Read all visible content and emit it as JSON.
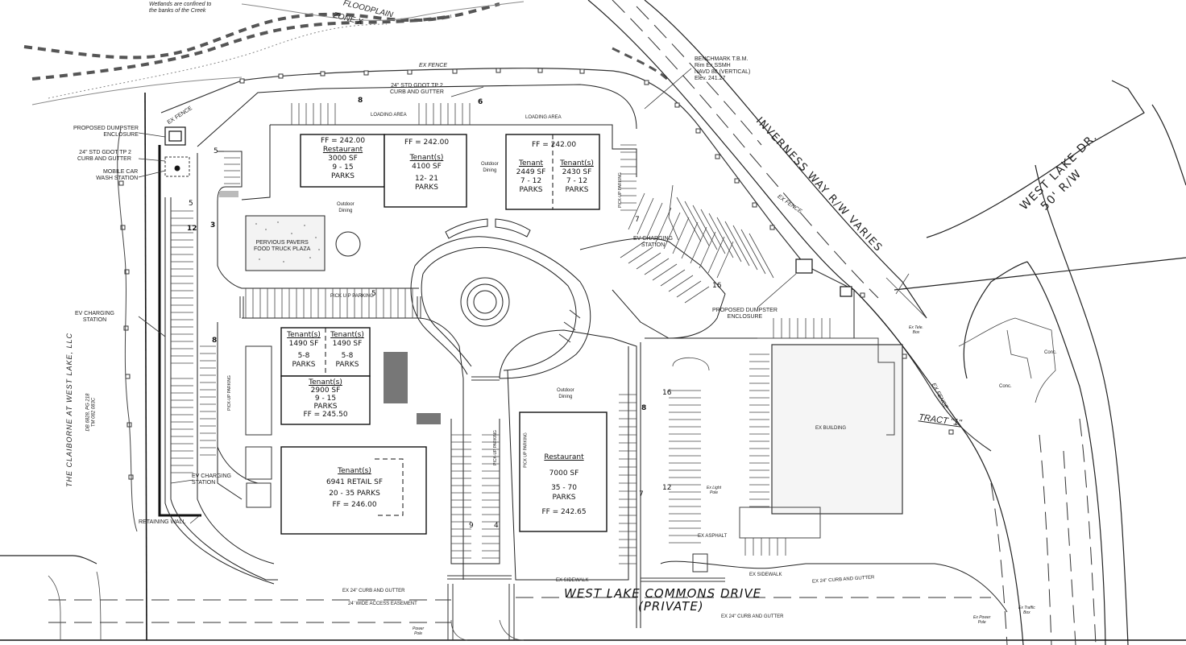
{
  "notes": {
    "wetlands": [
      "Wetlands are confined to",
      "the banks of the Creek"
    ],
    "floodplain": "FLOODPLAIN",
    "zone": "ZONE X",
    "ex_fence": "EX FENCE",
    "ex_fence_2": "EX FENCE",
    "ex_fence_3": "EX FENCE",
    "ex_fence_4": "EX FENCE",
    "curb_top": [
      "24\" STD GDOT TP 2",
      "CURB AND GUTTER"
    ],
    "curb_left": [
      "24\" STD GDOT TP 2",
      "CURB AND GUTTER"
    ],
    "dumpster_left": [
      "PROPOSED DUMPSTER",
      "ENCLOSURE"
    ],
    "car_wash": [
      "MOBILE CAR",
      "WASH STATION"
    ],
    "ev_left": [
      "EV CHARGING",
      "STATION"
    ],
    "ev_bottom": [
      "EV CHARGING",
      "STATION"
    ],
    "ev_center": [
      "EV CHARGING",
      "STATION"
    ],
    "retaining_wall": "RETAINING WALL",
    "loading_1": "LOADING AREA",
    "loading_2": "LOADING AREA",
    "benchmark": [
      "BENCHMARK T.B.M.",
      "Rim Ex SSMH",
      "NAVD 88 (VERTICAL)",
      "Elev. 241.27"
    ],
    "dumpster_right": [
      "PROPOSED DUMPSTER",
      "ENCLOSURE"
    ],
    "pick_up_parking": "PICK U.P PARKING",
    "ex_building": "EX BUILDING",
    "tract": "TRACT \"1\"",
    "ex_asphalt": "EX ASPHALT",
    "ex_light_pole": [
      "Ex Light",
      "Pole"
    ],
    "ex_sidewalk": "EX SIDEWALK",
    "ex_sidewalk_2": "EX SIDEWALK",
    "ex_curb_1": "EX 24\" CURB AND GUTTER",
    "ex_curb_2": "EX 24\" CURB AND GUTTER",
    "ex_curb_3": "EX 24\" CURB AND GUTTER",
    "access_easement": "24' WIDE ACCESS EASEMENT",
    "conc_1": "Conc.",
    "conc_2": "Conc.",
    "power_pole": [
      "Power",
      "Pole"
    ],
    "ex_power_pole": [
      "Ex Power",
      "Pole"
    ],
    "ex_traffic_box": [
      "Ex Traffic",
      "Box"
    ],
    "ex_tele_box": [
      "Ex Tele.",
      "Box"
    ],
    "claiborne": "THE CLAIBORNE AT WEST LAKE, LLC",
    "claiborne_sub": [
      "DB 6828, PG 218",
      "TM 082 083C"
    ]
  },
  "roads": {
    "inverness": "INVERNESS WAY R/W VARIES",
    "west_lake_dr": "WEST LAKE DR.",
    "west_lake_rw": "50' R/W",
    "commons_1": "WEST LAKE COMMONS DRIVE",
    "commons_2": "(PRIVATE)"
  },
  "buildings": {
    "restaurant_a": {
      "ff": "FF = 242.00",
      "name": "Restaurant",
      "area": "3000 SF",
      "parks": [
        "9 - 15",
        "PARKS"
      ]
    },
    "tenant_b": {
      "ff": "FF = 242.00",
      "name": "Tenant(s)",
      "area": "4100 SF",
      "parks": [
        "12- 21",
        "PARKS"
      ]
    },
    "tenant_c": {
      "ff": "FF = 242.00",
      "t1": "Tenant",
      "t1_area": "2449 SF",
      "t1_parks": [
        "7 - 12",
        "PARKS"
      ],
      "t2": "Tenant(s)",
      "t2_area": "2430 SF",
      "t2_parks": [
        "7 - 12",
        "PARKS"
      ]
    },
    "tenant_d": {
      "t1": "Tenant(s)",
      "t1_area": "1490 SF",
      "t1_parks": [
        "5-8",
        "PARKS"
      ],
      "t2": "Tenant(s)",
      "t2_area": "1490 SF",
      "t2_parks": [
        "5-8",
        "PARKS"
      ],
      "t3": "Tenant(s)",
      "t3_area": "2900 SF",
      "t3_parks": [
        "9 - 15",
        "PARKS"
      ],
      "ff": "FF = 245.50"
    },
    "tenant_e": {
      "name": "Tenant(s)",
      "area": "6941 RETAIL SF",
      "parks": "20 - 35 PARKS",
      "ff": "FF = 246.00"
    },
    "restaurant_f": {
      "name": "Restaurant",
      "area": "7000 SF",
      "parks": [
        "35 - 70",
        "PARKS"
      ],
      "ff": "FF = 242.65"
    }
  },
  "outdoor": {
    "dining_1": [
      "Outdoor",
      "Dining"
    ],
    "dining_2": [
      "Outdoor",
      "Dining"
    ],
    "dining_3": [
      "Outdoor",
      "Dining"
    ]
  },
  "plaza": [
    "PERVIOUS PAVERS",
    "FOOD TRUCK PLAZA"
  ],
  "pick_up_labels": {
    "a": "PICK-UP PARKING",
    "b": "PICK-UP PARKING",
    "c": "PICK-UP PARKING",
    "d": "PICK UP PARKING"
  },
  "space_counts": {
    "n5a": "5",
    "n5b": "5",
    "n12": "12",
    "n3": "3",
    "n8a": "8",
    "n6": "6",
    "n8b": "8",
    "n5c": "5",
    "n7a": "7",
    "n16a": "16",
    "n16b": "16",
    "n12b": "12",
    "n7b": "7",
    "n8c": "8",
    "n9": "9",
    "n4": "4"
  }
}
